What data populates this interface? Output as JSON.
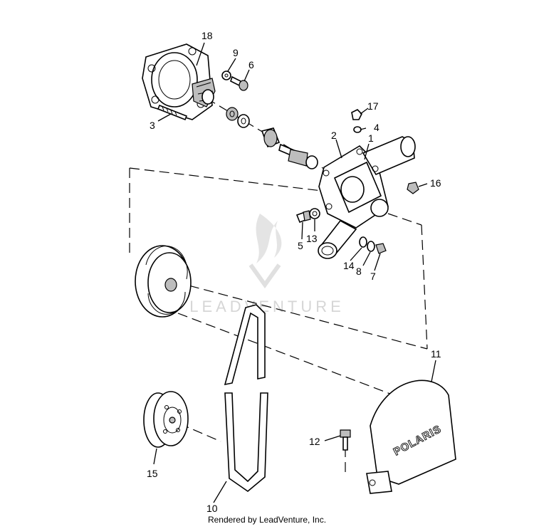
{
  "callouts": {
    "c1": "1",
    "c2": "2",
    "c3": "3",
    "c4": "4",
    "c5": "5",
    "c6": "6",
    "c7": "7",
    "c8": "8",
    "c9": "9",
    "c10": "10",
    "c11": "11",
    "c12": "12",
    "c13": "13",
    "c14": "14",
    "c15": "15",
    "c16": "16",
    "c17": "17",
    "c18": "18"
  },
  "cover_logo": "POLARIS",
  "watermark": "LEADVENTURE",
  "footer": "Rendered by LeadVenture, Inc."
}
